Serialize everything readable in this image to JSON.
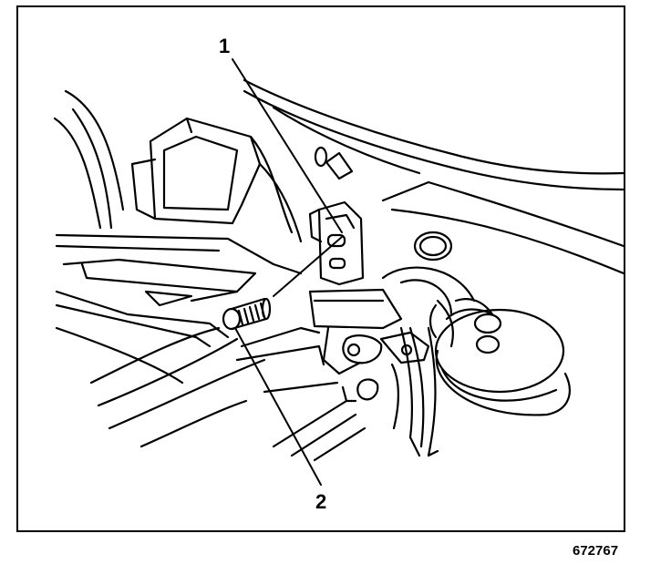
{
  "diagram": {
    "callouts": [
      {
        "number": "1"
      },
      {
        "number": "2"
      }
    ],
    "figure_id": "672767",
    "colors": {
      "line": "#000000",
      "background": "#ffffff"
    }
  }
}
